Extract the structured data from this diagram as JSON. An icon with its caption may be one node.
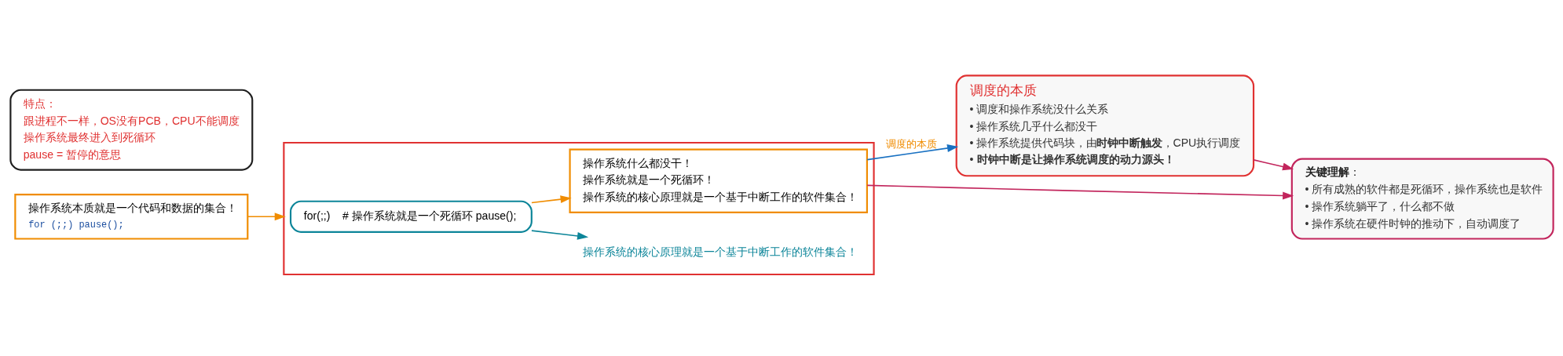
{
  "diagram": {
    "nodes": [
      {
        "text": [
          "操作系统本质就是一个代码和数据的集合！",
          "for (;;) pause();"
        ]
      },
      {
        "text": [],
        "shape": "box"
      },
      {
        "text": [
          "for(;;)    # 操作系统就是一个死循环 pause();"
        ],
        "in": 1
      },
      {
        "text": [
          "操作系统的核心原理就是一个基于中断工作的软件集合！"
        ],
        "in": 1
      },
      {
        "text": [
          "操作系统什么都没干！",
          "操作系统就是一个死循环！",
          "操作系统的核心原理就是一个基于中断工作的软件集合！"
        ],
        "in": 1
      },
      {
        "text": [
          "特点：",
          "跟进程不一样，OS没有PCB，CPU不能调度",
          "操作系统最终进入到死循环",
          "pause = 暂停的意思"
        ]
      },
      {
        "text": [
          "调度的本质",
          "• 调度和操作系统没什么关系",
          "• 操作系统几乎什么都没干",
          "• 操作系统提供代码块，由**时钟中断触发**，CPU执行调度",
          "• **时钟中断是让操作系统调度的动力源头！**"
        ]
      },
      {
        "text": [
          "**关键理解**：",
          "• 所有成熟的软件都是死循环，操作系统也是软件",
          "• 操作系统躺平了，什么都不做",
          "• 操作系统在硬件时钟的推动下，自动调度了"
        ]
      }
    ],
    "edges": [
      {
        "from": 0,
        "to": 1,
        "arrow": "to",
        "color": "#f08c00"
      },
      {
        "from": 2,
        "to": 3,
        "arrow": "to",
        "color": "#0c8599"
      },
      {
        "from": 2,
        "to": 4,
        "arrow": "to",
        "color": "#f08c00"
      },
      {
        "from": 4,
        "to": 6,
        "arrow": "to",
        "label": "调度的本质",
        "color": "#1971c2"
      },
      {
        "from": 6,
        "to": 7,
        "arrow": "to",
        "color": "#c2255c"
      },
      {
        "from": 4,
        "to": 7,
        "arrow": "to",
        "color": "#c2255c"
      }
    ]
  }
}
